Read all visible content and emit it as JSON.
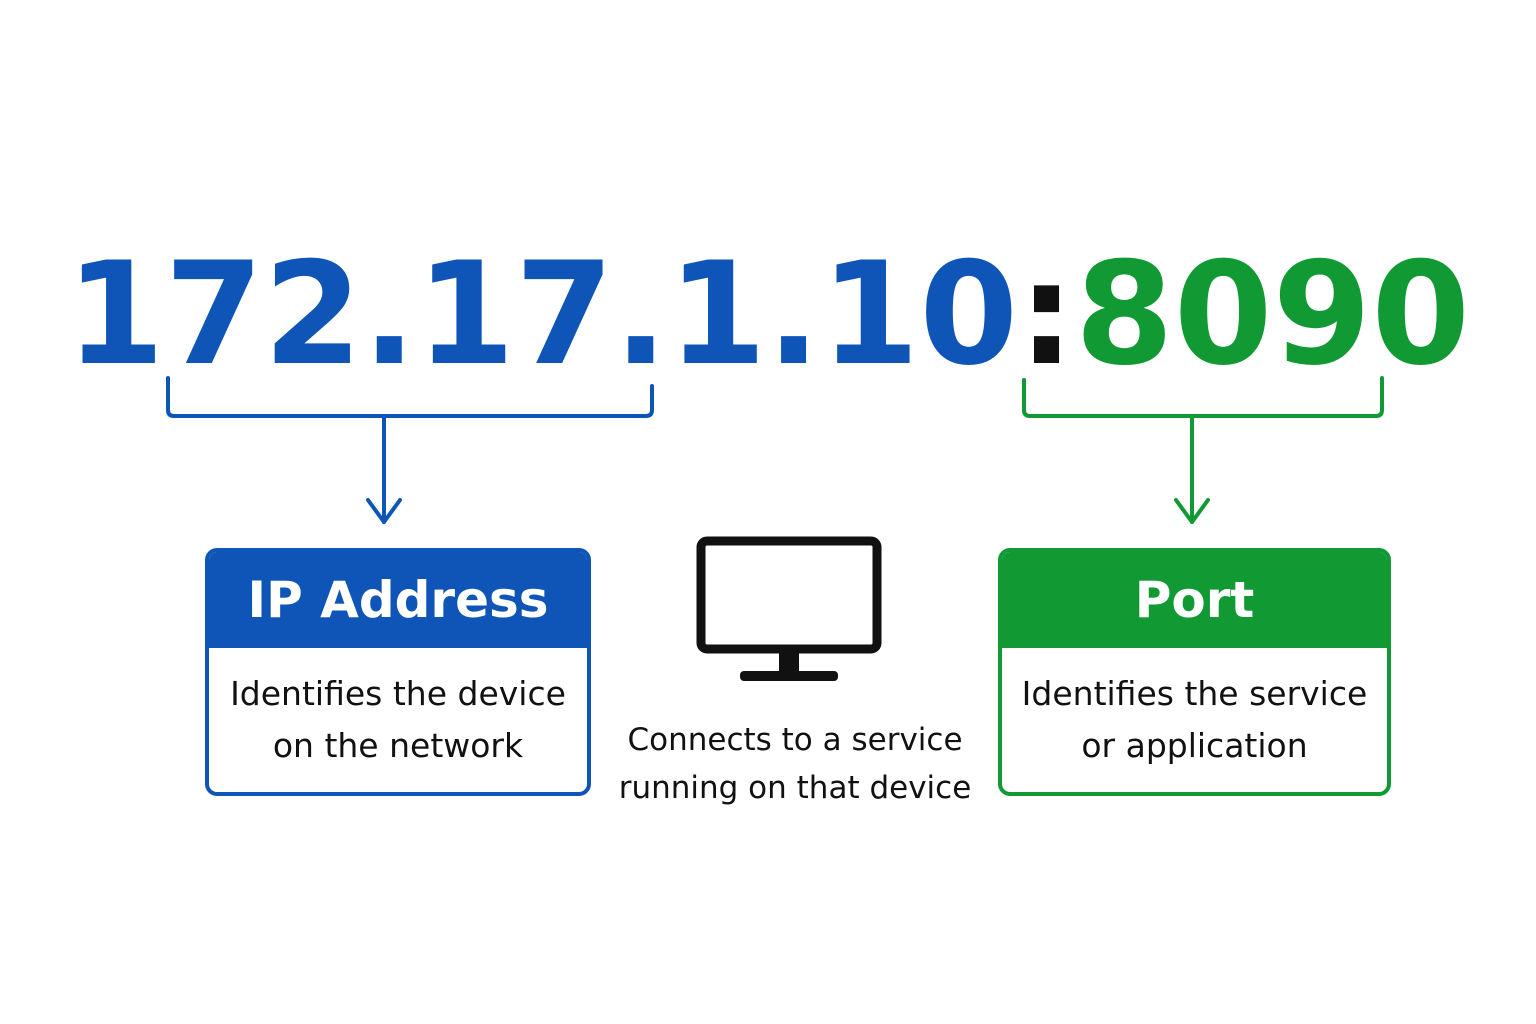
{
  "address": {
    "ip": "172.17.1.10",
    "separator": ":",
    "port": "8090"
  },
  "ip_card": {
    "title": "IP Address",
    "lines": [
      "Identifies the device",
      "on the network"
    ]
  },
  "port_card": {
    "title": "Port",
    "lines": [
      "Identifies the service",
      "or application"
    ]
  },
  "center": {
    "icon": "monitor-icon",
    "lines": [
      "Connects to a service",
      "running on that device"
    ]
  },
  "colors": {
    "ip": "#0f55b8",
    "port": "#119a34",
    "separator": "#111111"
  }
}
